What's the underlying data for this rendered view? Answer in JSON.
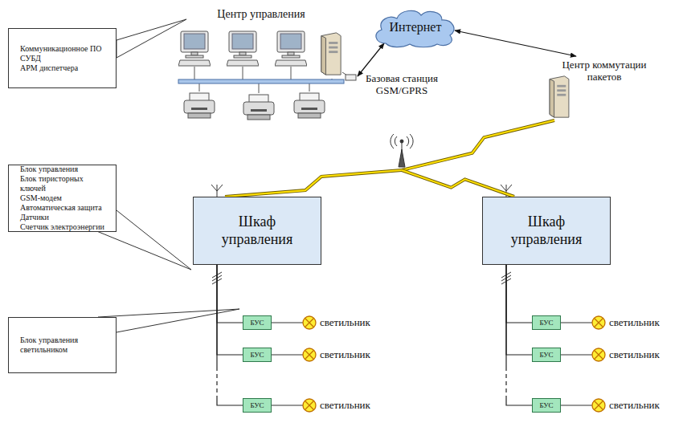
{
  "diagram": {
    "nodes": [
      {
        "text": [
          "Коммуникационное ПО",
          "СУБД",
          "АРМ диспетчера"
        ]
      },
      {
        "text": [
          "Центр управления"
        ]
      },
      {
        "text": [
          "Интернет"
        ]
      },
      {
        "text": [
          "Центр коммутации пакетов"
        ]
      },
      {
        "text": [
          "Базовая станция GSM/GPRS"
        ]
      },
      {
        "text": [
          "Блок управления",
          "Блок тиристорных ключей",
          "GSM-модем",
          "Автоматическая защита",
          "Датчики",
          "Счетчик электроэнергии"
        ]
      },
      {
        "text": [
          "Шкаф управления"
        ]
      },
      {
        "text": [
          "Шкаф управления"
        ]
      },
      {
        "text": [
          "Блок управления светильником"
        ]
      },
      {
        "text": [
          "БУС"
        ]
      },
      {
        "text": [
          "БУС"
        ]
      },
      {
        "text": [
          "БУС"
        ]
      },
      {
        "text": [
          "БУС"
        ]
      },
      {
        "text": [
          "БУС"
        ]
      },
      {
        "text": [
          "БУС"
        ]
      }
    ],
    "edges": [
      {
        "from": 1,
        "to": 2,
        "arrow": "both"
      },
      {
        "from": 2,
        "to": 3,
        "arrow": "both"
      },
      {
        "from": 3,
        "to": 4,
        "arrow": "none"
      },
      {
        "from": 4,
        "to": 6,
        "arrow": "none"
      },
      {
        "from": 4,
        "to": 7,
        "arrow": "none"
      },
      {
        "from": 6,
        "to": 9,
        "arrow": "none"
      },
      {
        "from": 6,
        "to": 10,
        "arrow": "none"
      },
      {
        "from": 6,
        "to": 11,
        "arrow": "none"
      },
      {
        "from": 7,
        "to": 12,
        "arrow": "none"
      },
      {
        "from": 7,
        "to": 13,
        "arrow": "none"
      },
      {
        "from": 7,
        "to": 14,
        "arrow": "none"
      }
    ],
    "labels": [
      "светильник",
      "светильник",
      "светильник",
      "светильник",
      "светильник",
      "светильник"
    ]
  }
}
